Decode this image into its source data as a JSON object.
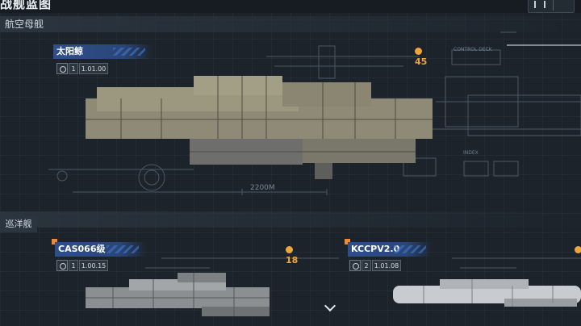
{
  "header": {
    "title": "战舰蓝图"
  },
  "categories": {
    "carrier": "航空母舰",
    "cruiser": "巡洋舰"
  },
  "ships": [
    {
      "name": "太阳鲸",
      "level": "1",
      "version": "1.01.00",
      "cost": "45"
    },
    {
      "name": "CAS066级",
      "level": "1",
      "version": "1.00.15",
      "cost": "18"
    },
    {
      "name": "KCCPV2.0",
      "level": "2",
      "version": "1.01.08",
      "cost": ""
    }
  ],
  "blueprint": {
    "length_label": "2200M",
    "tag_a": "CONTROL DECK",
    "tag_b": "INDEX"
  },
  "colors": {
    "accent_orange": "#f0a53a",
    "name_blue": "#2f4e8a",
    "background": "#1c232b"
  }
}
